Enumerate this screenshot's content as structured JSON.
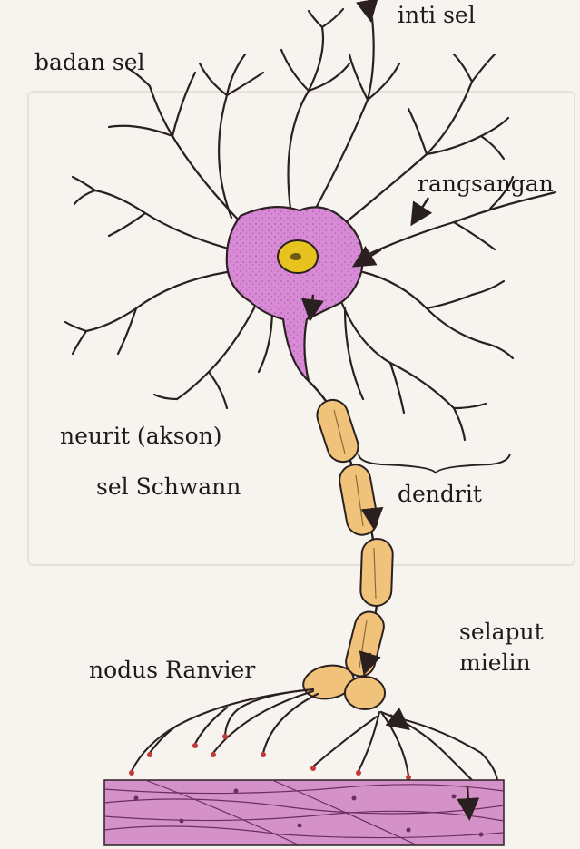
{
  "labels": {
    "inti_sel": "inti sel",
    "badan_sel": "badan sel",
    "rangsangan": "rangsangan",
    "neurit": "neurit (akson)",
    "sel_schwann": "sel Schwann",
    "dendrit": "dendrit",
    "selaput": "selaput",
    "mielin": "mielin",
    "nodus_ranvier": "nodus Ranvier"
  },
  "colors": {
    "cell_body": "#d98ad6",
    "nucleus": "#e8c21f",
    "myelin": "#f0c27a",
    "muscle": "#d592c8",
    "stroke": "#2a2020"
  }
}
